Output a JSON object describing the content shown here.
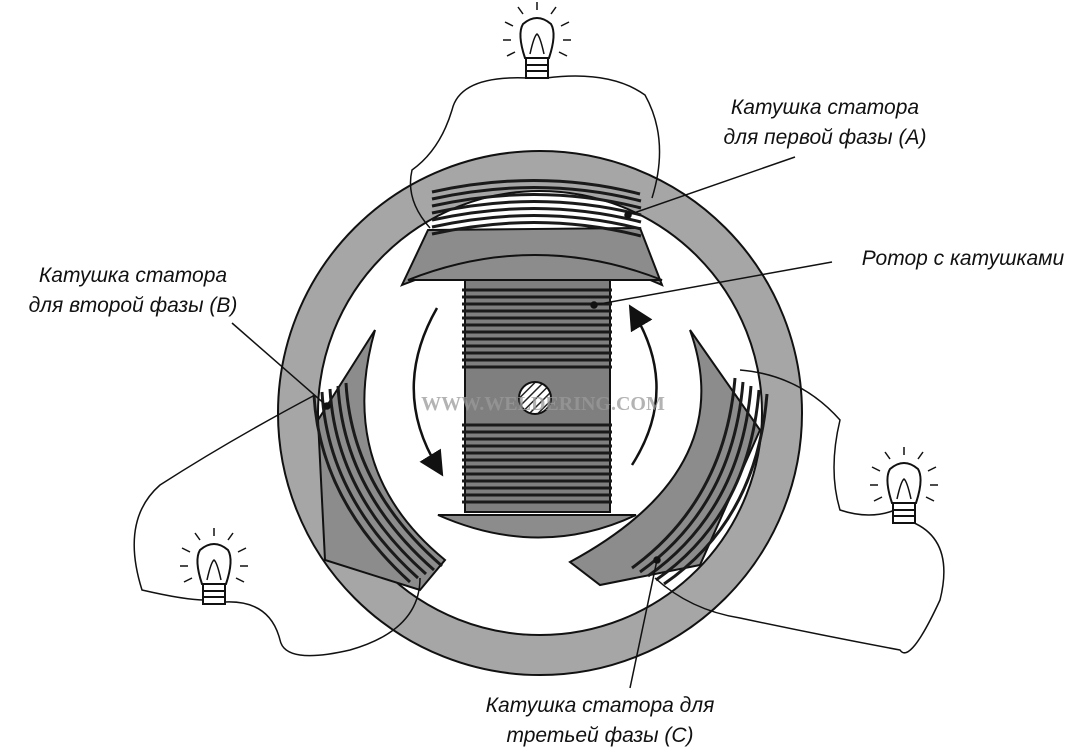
{
  "labels": {
    "phase_a": [
      "Катушка статора",
      "для первой фазы (A)"
    ],
    "phase_b": [
      "Катушка статора",
      "для второй фазы (B)"
    ],
    "phase_c": [
      "Катушка статора для",
      "третьей фазы (C)"
    ],
    "rotor": "Ротор с катушками"
  },
  "watermark": "WWW.WELDERING.COM",
  "colors": {
    "stator_ring": "#a6a6a6",
    "pole_shoe": "#8c8c8c",
    "rotor_body": "#7f7f7f",
    "winding": "#1a1a1a",
    "line": "#111111"
  }
}
